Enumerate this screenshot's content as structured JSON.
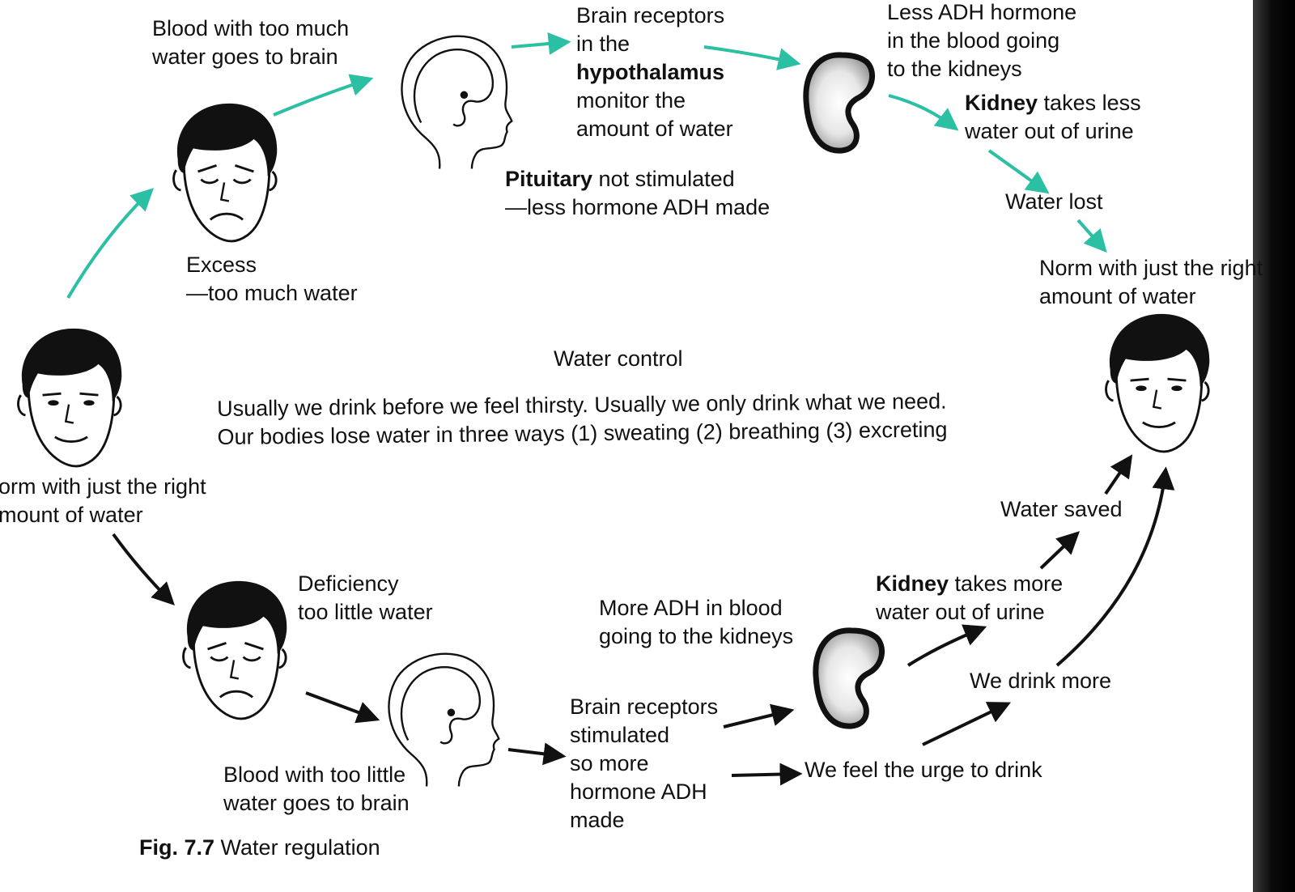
{
  "title": "Water control",
  "description_lines": [
    "Usually we drink before we feel thirsty. Usually we only drink what we need.",
    "Our bodies lose water in three ways (1) sweating (2) breathing (3) excreting"
  ],
  "caption": {
    "number": "Fig. 7.7",
    "text": "Water regulation"
  },
  "norm_left": [
    "orm with just the right",
    "mount of water"
  ],
  "norm_right": [
    "Norm with just the right",
    "amount of water"
  ],
  "excess": {
    "state": [
      "Excess",
      "—too much water"
    ],
    "blood": [
      "Blood with too much",
      "water goes to brain"
    ],
    "receptors_lines": [
      "Brain receptors",
      "in the",
      "hypothalamus",
      "monitor the",
      "amount of water"
    ],
    "pituitary_bold": "Pituitary",
    "pituitary_rest": "not stimulated",
    "pituitary_line2": "—less hormone ADH made",
    "less_adh": [
      "Less ADH hormone",
      "in the blood going",
      "to the kidneys"
    ],
    "kidney_bold": "Kidney",
    "kidney_rest": "takes less",
    "kidney_line2": "water out of urine",
    "water_lost": "Water lost"
  },
  "deficiency": {
    "state": [
      "Deficiency",
      "too little water"
    ],
    "blood": [
      "Blood with too little",
      "water goes to brain"
    ],
    "receptors": [
      "Brain receptors",
      "stimulated",
      "so more",
      "hormone ADH",
      "made"
    ],
    "more_adh": [
      "More ADH in blood",
      "going to the kidneys"
    ],
    "kidney_bold": "Kidney",
    "kidney_rest": "takes more",
    "kidney_line2": "water out of urine",
    "water_saved": "Water saved",
    "urge": "We feel the urge to drink",
    "drink_more": "We drink more"
  },
  "colors": {
    "excess_arrow": "#2bbfa4",
    "deficiency_arrow": "#111111",
    "ink": "#111111",
    "background": "#ffffff"
  },
  "icons": [
    "happy-face-icon",
    "sad-face-icon",
    "head-profile-icon",
    "kidney-icon"
  ]
}
